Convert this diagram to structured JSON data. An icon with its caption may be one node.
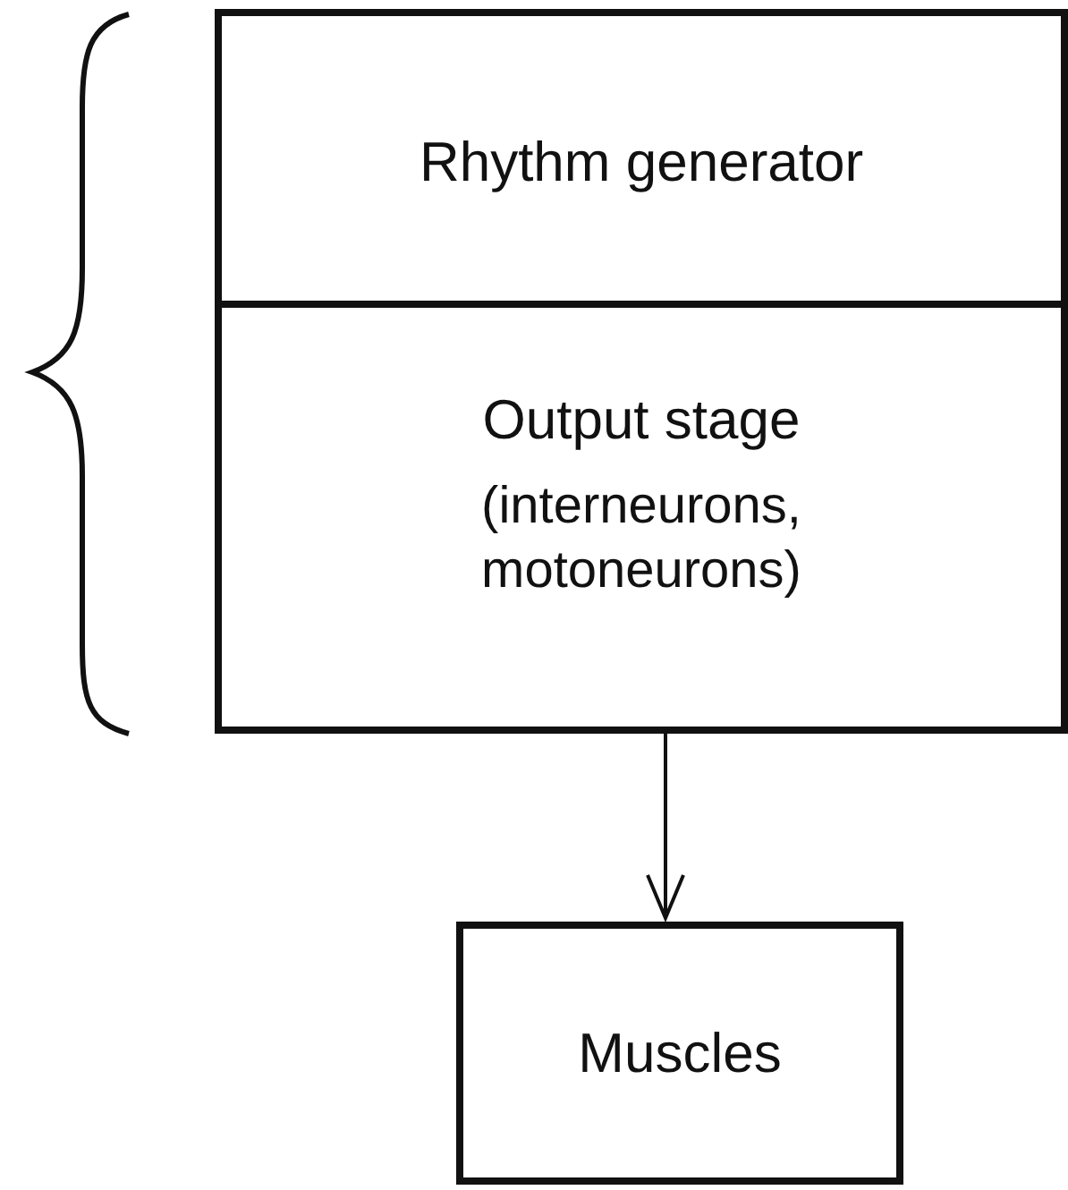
{
  "diagram": {
    "nodes": [
      {
        "text": [
          "Rhythm generator"
        ]
      },
      {
        "text": [
          "Output stage",
          "(interneurons, motoneurons)"
        ]
      },
      {
        "text": [
          "Muscles"
        ]
      }
    ],
    "edges": [
      {
        "from": 1,
        "to": 2,
        "arrow": "to"
      }
    ]
  }
}
